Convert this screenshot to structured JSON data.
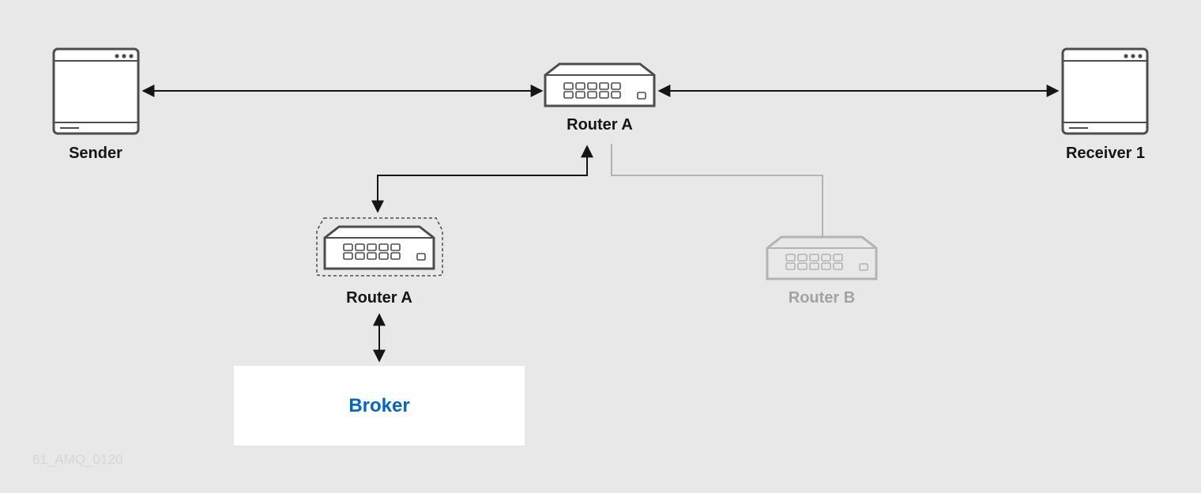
{
  "nodes": {
    "sender": {
      "label": "Sender",
      "icon": "server-icon"
    },
    "router_a_top": {
      "label": "Router A",
      "icon": "router-icon"
    },
    "receiver_1": {
      "label": "Receiver 1",
      "icon": "server-icon"
    },
    "router_a_lower": {
      "label": "Router A",
      "icon": "router-icon"
    },
    "router_b": {
      "label": "Router B",
      "icon": "router-icon",
      "state": "inactive"
    },
    "broker": {
      "label": "Broker"
    }
  },
  "connections": [
    {
      "from": "sender",
      "to": "router_a_top",
      "direction": "bidirectional"
    },
    {
      "from": "router_a_top",
      "to": "receiver_1",
      "direction": "bidirectional"
    },
    {
      "from": "router_a_top",
      "to": "router_a_lower",
      "direction": "bidirectional"
    },
    {
      "from": "router_a_top",
      "to": "router_b",
      "direction": "none",
      "state": "inactive"
    },
    {
      "from": "router_a_lower",
      "to": "broker",
      "direction": "bidirectional"
    }
  ],
  "watermark": "61_AMQ_0120",
  "colors": {
    "background": "#e8e8e8",
    "line": "#151515",
    "icon_stroke": "#4d4d4d",
    "inactive": "#b3b3b3",
    "broker_text": "#0066cc"
  }
}
